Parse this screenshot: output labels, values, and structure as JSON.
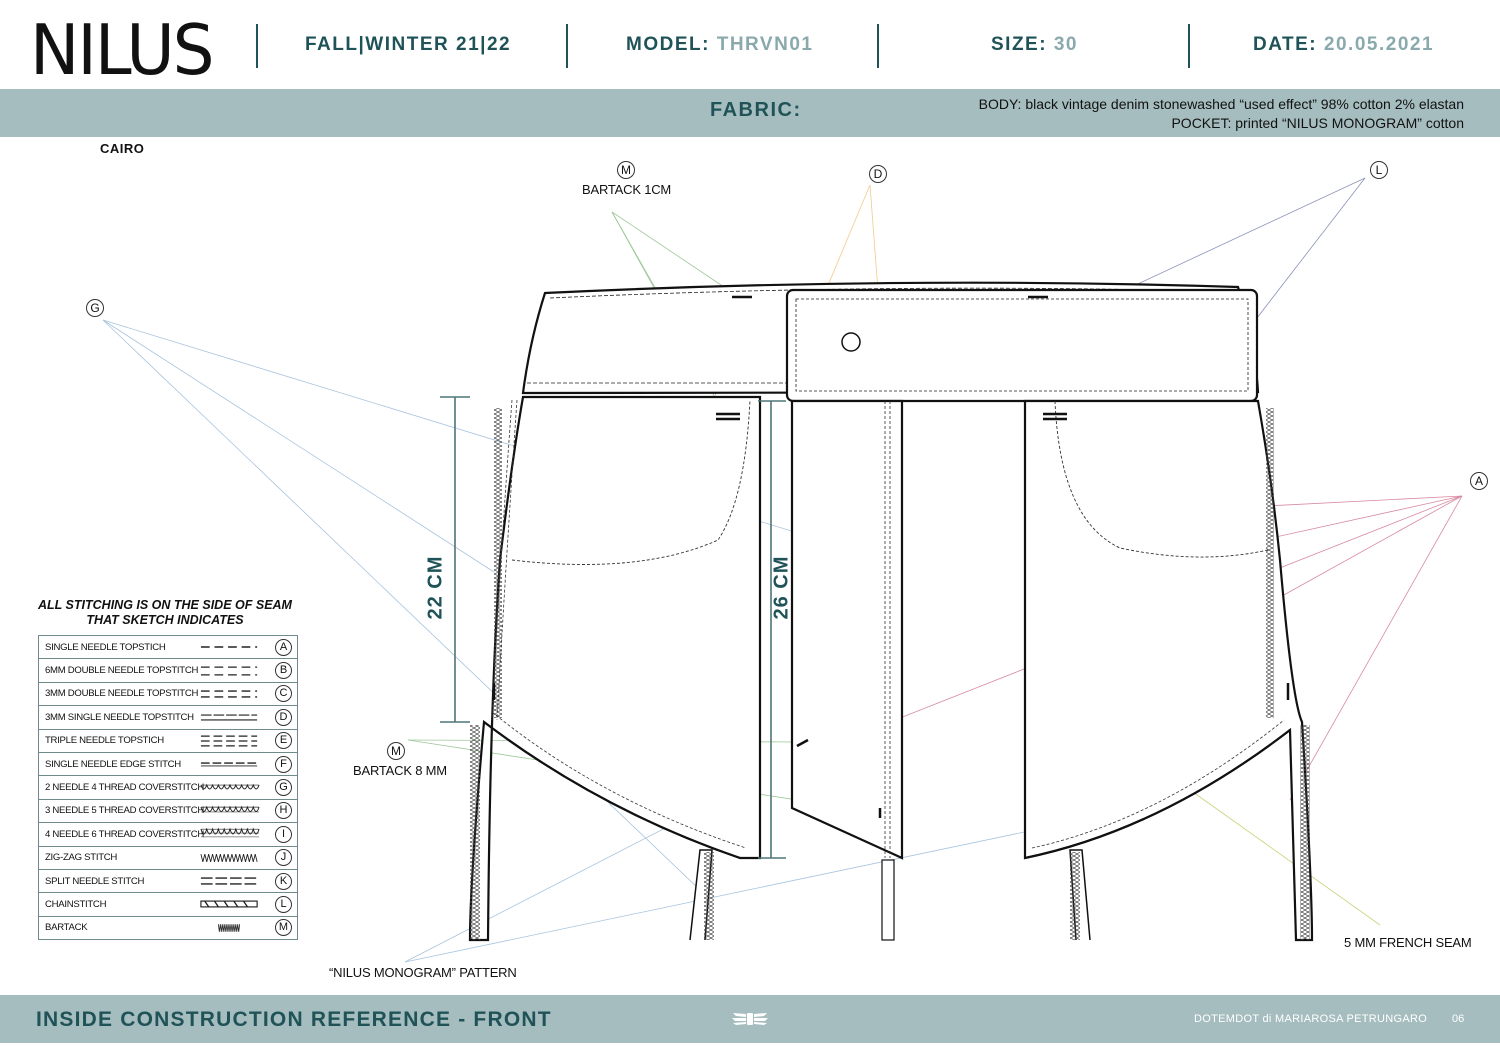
{
  "header": {
    "brand": "NILUS",
    "city": "CAIRO",
    "season": "FALL|WINTER 21|22",
    "model_label": "MODEL:",
    "model_value": "THRVN01",
    "size_label": "SIZE:",
    "size_value": "30",
    "date_label": "DATE:",
    "date_value": "20.05.2021"
  },
  "fabric": {
    "label": "FABRIC:",
    "body": "BODY: black vintage denim stonewashed “used effect” 98% cotton 2% elastan",
    "pocket": "POCKET: printed “NILUS MONOGRAM” cotton"
  },
  "callouts": {
    "bartack_1cm": "BARTACK 1CM",
    "bartack_8mm": "BARTACK 8 MM",
    "french_seam": "5 MM FRENCH SEAM",
    "monogram_pattern": "“NILUS MONOGRAM” PATTERN",
    "code_M_top": "M",
    "code_D": "D",
    "code_L": "L",
    "code_G": "G",
    "code_A": "A",
    "code_M_bottom": "M"
  },
  "dimensions": {
    "pocket_depth": "22 CM",
    "fly_length": "26 CM"
  },
  "legend": {
    "note": "ALL STITCHING IS ON THE SIDE OF SEAM THAT SKETCH INDICATES",
    "items": [
      {
        "name": "SINGLE NEEDLE TOPSTICH",
        "code": "A",
        "symbol": "dash-single"
      },
      {
        "name": "6MM DOUBLE NEEDLE TOPSTITCH",
        "code": "B",
        "symbol": "dash-double-wide"
      },
      {
        "name": "3MM DOUBLE NEEDLE TOPSTITCH",
        "code": "C",
        "symbol": "dash-double-narrow"
      },
      {
        "name": "3MM SINGLE NEEDLE TOPSTITCH",
        "code": "D",
        "symbol": "dash-single-fine"
      },
      {
        "name": "TRIPLE NEEDLE TOPSTICH",
        "code": "E",
        "symbol": "dash-triple"
      },
      {
        "name": "SINGLE NEEDLE EDGE STITCH",
        "code": "F",
        "symbol": "dash-edge"
      },
      {
        "name": "2 NEEDLE 4 THREAD COVERSTITCH",
        "code": "G",
        "symbol": "loops-2"
      },
      {
        "name": "3 NEEDLE 5 THREAD COVERSTITCH",
        "code": "H",
        "symbol": "loops-3"
      },
      {
        "name": "4 NEEDLE 6 THREAD COVERSTITCH",
        "code": "I",
        "symbol": "loops-4"
      },
      {
        "name": "ZIG-ZAG STITCH",
        "code": "J",
        "symbol": "zigzag"
      },
      {
        "name": "SPLIT NEEDLE STITCH",
        "code": "K",
        "symbol": "dash-split"
      },
      {
        "name": "CHAINSTITCH",
        "code": "L",
        "symbol": "chain"
      },
      {
        "name": "BARTACK",
        "code": "M",
        "symbol": "bartack"
      }
    ]
  },
  "footer": {
    "title": "INSIDE CONSTRUCTION REFERENCE - FRONT",
    "credit": "DOTEMDOT di MARIAROSA PETRUNGARO",
    "page": "06"
  },
  "colors": {
    "band": "#a6bdbf",
    "accent": "#1f5358",
    "accent_light": "#8aa9ad"
  }
}
